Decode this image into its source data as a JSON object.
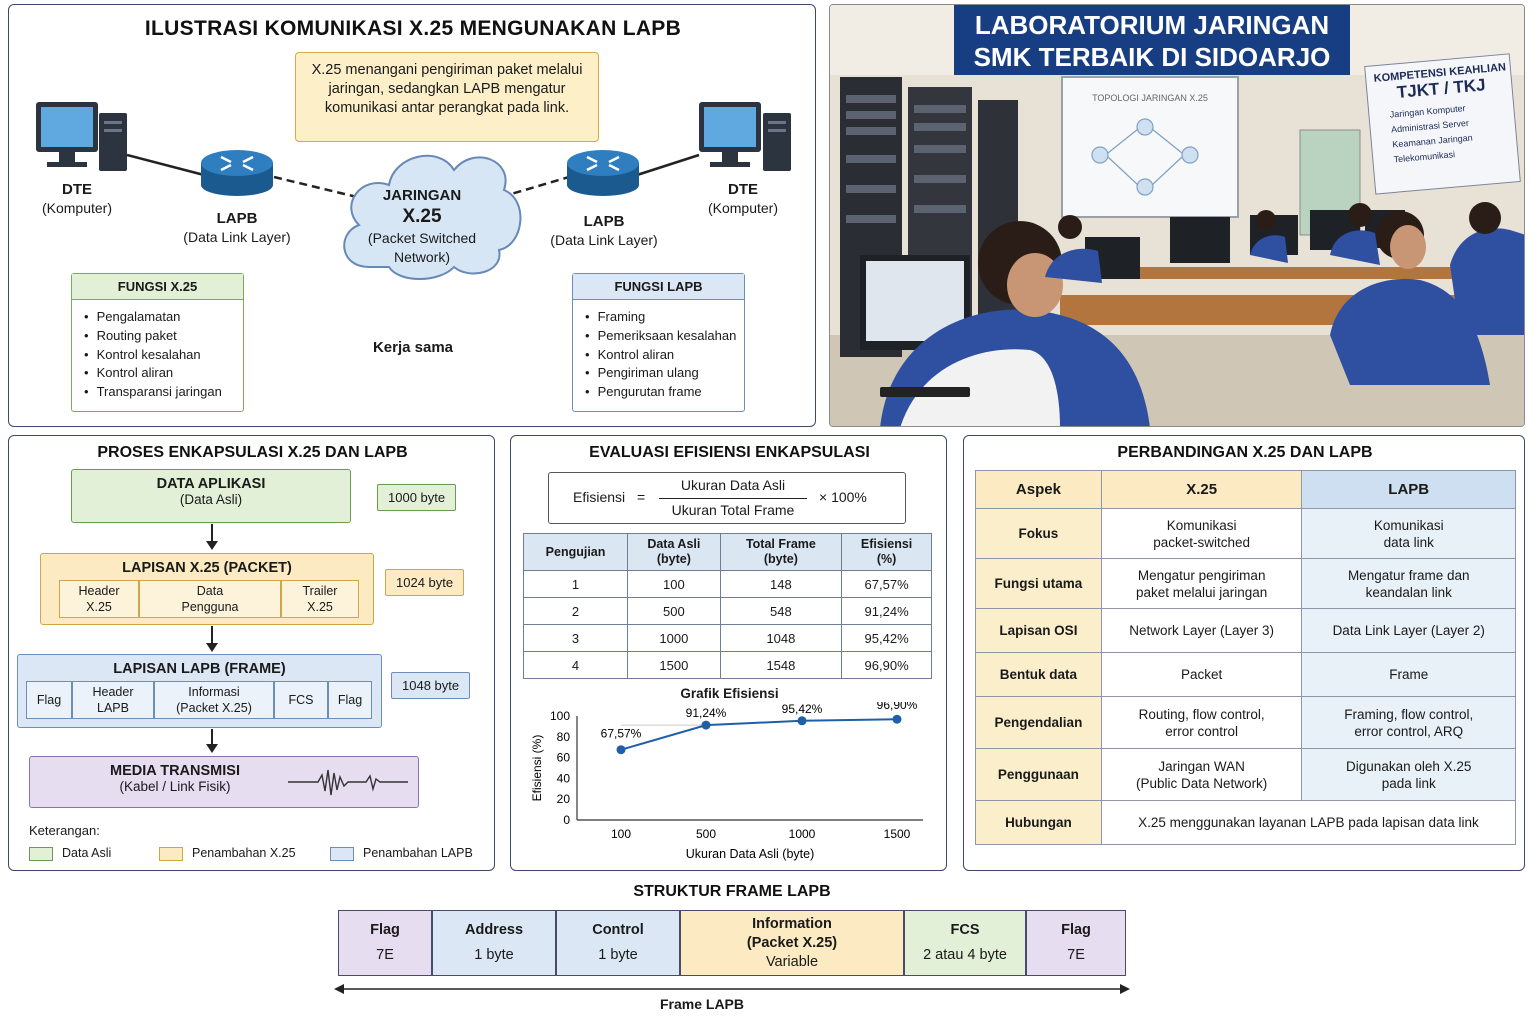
{
  "top_left": {
    "title": "ILUSTRASI KOMUNIKASI X.25 MENGUNAKAN LAPB",
    "note": "X.25 menangani pengiriman paket melalui jaringan, sedangkan LAPB mengatur komunikasi antar perangkat pada link.",
    "dte_left": {
      "name": "DTE",
      "sub": "(Komputer)"
    },
    "dte_right": {
      "name": "DTE",
      "sub": "(Komputer)"
    },
    "lapb_left": {
      "name": "LAPB",
      "sub": "(Data Link Layer)"
    },
    "lapb_right": {
      "name": "LAPB",
      "sub": "(Data Link Layer)"
    },
    "cloud": {
      "l1": "JARINGAN",
      "l2": "X.25",
      "l3": "(Packet Switched",
      "l4": "Network)"
    },
    "fungsi_x25": {
      "title": "FUNGSI X.25",
      "items": [
        "Pengalamatan",
        "Routing paket",
        "Kontrol kesalahan",
        "Kontrol aliran",
        "Transparansi jaringan"
      ]
    },
    "fungsi_lapb": {
      "title": "FUNGSI LAPB",
      "items": [
        "Framing",
        "Pemeriksaan kesalahan",
        "Kontrol aliran",
        "Pengiriman ulang",
        "Pengurutan frame"
      ]
    },
    "kerja_sama": "Kerja sama"
  },
  "photo": {
    "banner_l1": "LABORATORIUM JARINGAN",
    "banner_l2": "SMK TERBAIK DI SIDOARJO",
    "screen_title": "TOPOLOGI JARINGAN X.25",
    "sign": {
      "l1": "KOMPETENSI KEAHLIAN",
      "l2": "TJKT / TKJ",
      "items": [
        "Jaringan Komputer",
        "Administrasi Server",
        "Keamanan Jaringan",
        "Telekomunikasi"
      ]
    }
  },
  "enkapsulasi": {
    "title": "PROSES ENKAPSULASI X.25 DAN LAPB",
    "data_app": {
      "title": "DATA APLIKASI",
      "sub": "(Data Asli)",
      "size": "1000 byte"
    },
    "x25": {
      "title": "LAPISAN X.25 (PACKET)",
      "size": "1024 byte",
      "cells": [
        "Header\nX.25",
        "Data\nPengguna",
        "Trailer\nX.25"
      ]
    },
    "lapb": {
      "title": "LAPISAN LAPB (FRAME)",
      "size": "1048 byte",
      "cells": [
        "Flag",
        "Header\nLAPB",
        "Informasi\n(Packet X.25)",
        "FCS",
        "Flag"
      ]
    },
    "media": {
      "title": "MEDIA TRANSMISI",
      "sub": "(Kabel / Link Fisik)"
    },
    "legend_title": "Keterangan:",
    "legend": [
      "Data Asli",
      "Penambahan X.25",
      "Penambahan LAPB"
    ]
  },
  "evaluasi": {
    "title": "EVALUASI EFISIENSI ENKAPSULASI",
    "formula": {
      "lhs": "Efisiensi",
      "eq": "=",
      "num": "Ukuran Data Asli",
      "den": "Ukuran Total Frame",
      "mult": "× 100%"
    },
    "table": {
      "headers": [
        "Pengujian",
        "Data Asli\n(byte)",
        "Total Frame\n(byte)",
        "Efisiensi\n(%)"
      ],
      "rows": [
        [
          "1",
          "100",
          "148",
          "67,57%"
        ],
        [
          "2",
          "500",
          "548",
          "91,24%"
        ],
        [
          "3",
          "1000",
          "1048",
          "95,42%"
        ],
        [
          "4",
          "1500",
          "1548",
          "96,90%"
        ]
      ]
    }
  },
  "chart_data": {
    "type": "line",
    "title": "Grafik Efisiensi",
    "xlabel": "Ukuran Data Asli (byte)",
    "ylabel": "Efisiensi (%)",
    "categories": [
      "100",
      "500",
      "1000",
      "1500"
    ],
    "values": [
      67.57,
      91.24,
      95.42,
      96.9
    ],
    "data_labels": [
      "67,57%",
      "91,24%",
      "95,42%",
      "96,90%"
    ],
    "yticks": [
      "0",
      "20",
      "40",
      "60",
      "80",
      "100"
    ],
    "ylim": [
      0,
      100
    ],
    "color": "#1f5fa8"
  },
  "perbandingan": {
    "title": "PERBANDINGAN X.25 DAN LAPB",
    "headers": [
      "Aspek",
      "X.25",
      "LAPB"
    ],
    "rows": [
      [
        "Fokus",
        "Komunikasi\npacket-switched",
        "Komunikasi\ndata link"
      ],
      [
        "Fungsi utama",
        "Mengatur pengiriman\npaket melalui jaringan",
        "Mengatur frame dan\nkeandalan link"
      ],
      [
        "Lapisan OSI",
        "Network Layer (Layer 3)",
        "Data Link Layer (Layer 2)"
      ],
      [
        "Bentuk data",
        "Packet",
        "Frame"
      ],
      [
        "Pengendalian",
        "Routing, flow control,\nerror control",
        "Framing, flow control,\nerror control, ARQ"
      ],
      [
        "Penggunaan",
        "Jaringan WAN\n(Public Data Network)",
        "Digunakan oleh X.25\npada link"
      ]
    ],
    "last_row": [
      "Hubungan",
      "X.25 menggunakan layanan LAPB pada lapisan data link"
    ]
  },
  "struktur": {
    "title": "STRUKTUR FRAME LAPB",
    "fields": [
      {
        "name": "Flag",
        "val": "7E"
      },
      {
        "name": "Address",
        "val": "1 byte"
      },
      {
        "name": "Control",
        "val": "1 byte"
      },
      {
        "name": "Information\n(Packet X.25)",
        "val": "Variable"
      },
      {
        "name": "FCS",
        "val": "2 atau 4 byte"
      },
      {
        "name": "Flag",
        "val": "7E"
      }
    ],
    "footer": "Frame LAPB"
  },
  "colors": {
    "green_bg": "#e3f0d8",
    "green_bd": "#6a9a4e",
    "yellow_bg": "#fbeac2",
    "yellow_bd": "#d2a646",
    "blue_bg": "#dbe7f4",
    "blue_bd": "#6b8fb8",
    "purple_bg": "#e6ddf1",
    "purple_bd": "#8a72b0"
  }
}
